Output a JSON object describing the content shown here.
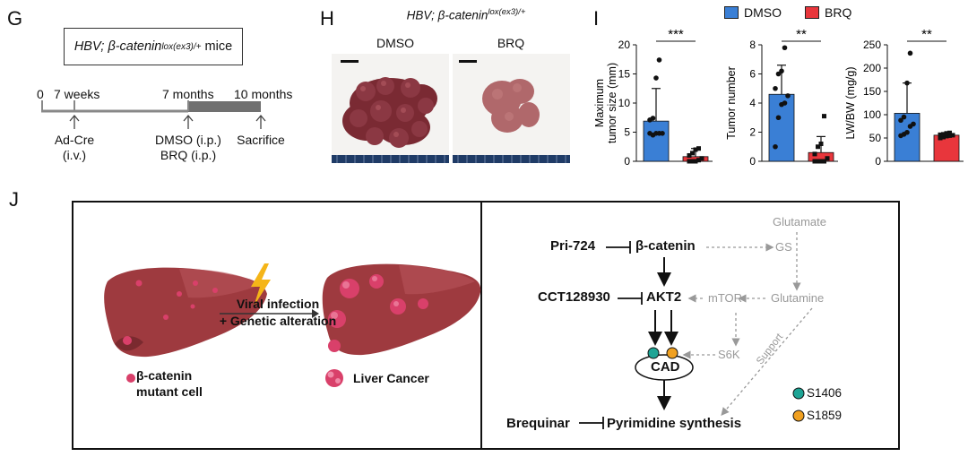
{
  "panels": {
    "G": {
      "letter": "G",
      "box": {
        "italic": "HBV; β-catenin",
        "sup": "lox(ex3)/+",
        "suffix": " mice"
      },
      "timeline": {
        "ticks": [
          "0",
          "7 weeks",
          "7 months",
          "10 months"
        ],
        "events": [
          {
            "lines": [
              "Ad-Cre",
              "(i.v.)"
            ]
          },
          {
            "lines": [
              "DMSO (i.p.)",
              "BRQ (i.p.)"
            ]
          },
          {
            "lines": [
              "Sacrifice"
            ]
          }
        ]
      }
    },
    "H": {
      "letter": "H",
      "header": {
        "italic": "HBV; β-catenin",
        "sup": "lox(ex3)/+"
      },
      "photos": [
        "DMSO",
        "BRQ"
      ],
      "colors": {
        "dmso_liver": "#7a2a33",
        "brq_liver": "#b0686b",
        "ruler": "#1f3b66"
      }
    },
    "I": {
      "letter": "I",
      "legend": [
        {
          "label": "DMSO",
          "color": "#3a7fd5"
        },
        {
          "label": "BRQ",
          "color": "#e8363c"
        }
      ]
    },
    "J": {
      "letter": "J",
      "left": {
        "infection_label": [
          "Viral infection",
          "+ Genetic alteration"
        ],
        "cell_label": [
          "β-catenin",
          "mutant cell"
        ],
        "cancer_label": "Liver Cancer",
        "colors": {
          "liver": "#9e3a3f",
          "liver_light": "#b8545a",
          "tumor": "#d9406a",
          "bolt": "#f5b518"
        }
      },
      "right": {
        "nodes": {
          "pri724": "Pri-724",
          "bcatenin": "β-catenin",
          "gs": "GS",
          "glutamate": "Glutamate",
          "cct": "CCT128930",
          "akt2": "AKT2",
          "mtor": "mTOR",
          "glutamine": "Glutamine",
          "s6k": "S6K",
          "support": "Support",
          "cad": "CAD",
          "brequinar": "Brequinar",
          "pyrimidine": "Pyrimidine synthesis"
        },
        "sites": [
          {
            "label": "S1406",
            "color": "#1ea495"
          },
          {
            "label": "S1859",
            "color": "#f0a020"
          }
        ]
      }
    }
  },
  "chart_data": [
    {
      "type": "bar",
      "ylabel": "Maximum tumor size (mm)",
      "ylim": [
        0,
        20
      ],
      "yticks": [
        "0",
        "5",
        "10",
        "15",
        "20"
      ],
      "significance": "***",
      "series": [
        {
          "name": "DMSO",
          "values": [
            6.9
          ],
          "error": 5.6,
          "points": [
            4.8,
            4.5,
            4.8,
            4.8,
            4.8,
            7.1,
            7.4,
            14.3,
            17.4
          ]
        },
        {
          "name": "BRQ",
          "values": [
            0.8
          ],
          "error": 1.4,
          "points": [
            0,
            0,
            0,
            0.2,
            0.5,
            1.0,
            1.4,
            2.0,
            2.2
          ]
        }
      ]
    },
    {
      "type": "bar",
      "ylabel": "Tumor number",
      "ylim": [
        0,
        8
      ],
      "yticks": [
        "0",
        "2",
        "4",
        "6",
        "8"
      ],
      "significance": "**",
      "series": [
        {
          "name": "DMSO",
          "values": [
            4.6
          ],
          "error": 2.0,
          "points": [
            1,
            3,
            3.9,
            4,
            4.5,
            5,
            6,
            6.2,
            7.8
          ]
        },
        {
          "name": "BRQ",
          "values": [
            0.6
          ],
          "error": 1.1,
          "points": [
            0,
            0,
            0,
            0,
            0.2,
            0.5,
            1,
            1.2,
            3.1
          ]
        }
      ]
    },
    {
      "type": "bar",
      "ylabel": "LW/BW (mg/g)",
      "ylim": [
        0,
        250
      ],
      "yticks": [
        "0",
        "50",
        "100",
        "150",
        "200",
        "250"
      ],
      "significance": "**",
      "series": [
        {
          "name": "DMSO",
          "values": [
            103
          ],
          "error": 65,
          "points": [
            55,
            58,
            62,
            75,
            80,
            88,
            95,
            168,
            232
          ]
        },
        {
          "name": "BRQ",
          "values": [
            56
          ],
          "error": 5,
          "points": [
            50,
            52,
            54,
            55,
            56,
            57,
            58,
            60,
            61
          ]
        }
      ]
    }
  ]
}
